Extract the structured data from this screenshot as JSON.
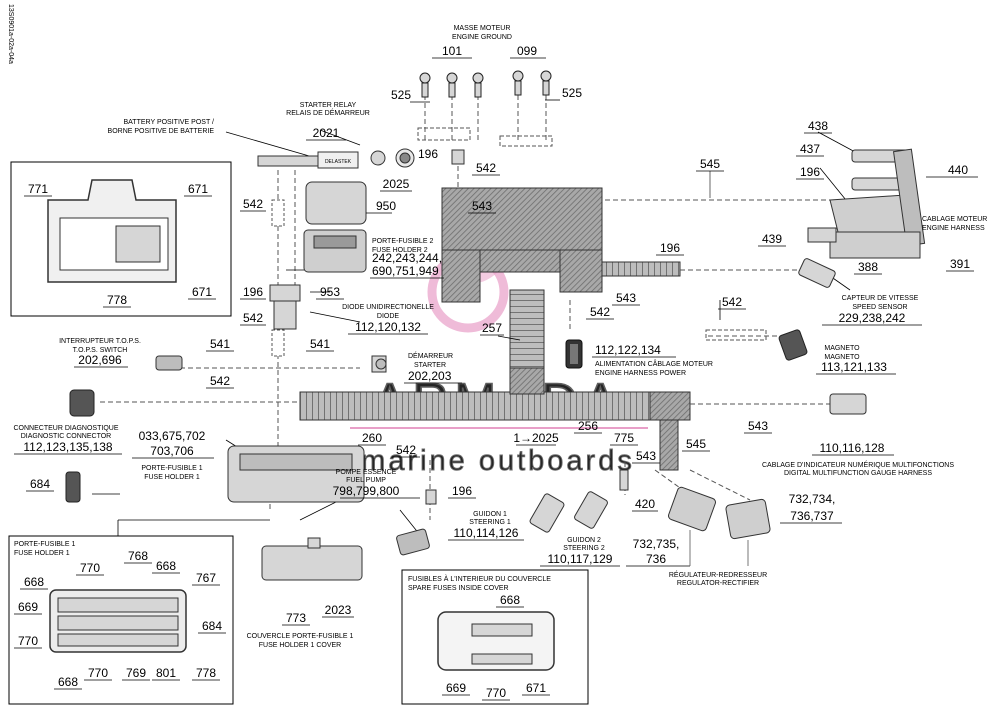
{
  "figure_id": "13S0901a-02a-04a",
  "watermark": {
    "brand": "ARMADA",
    "tagline": "marine outboards",
    "accent_color": "#e58fbf"
  },
  "colors": {
    "line": "#000000",
    "part_fill": "#d6d6d6",
    "harness_fill": "#9a9a9a",
    "label_rule": "#000000"
  },
  "parts": {
    "ground": {
      "caption_fr": "MASSE MOTEUR",
      "caption_en": "ENGINE GROUND",
      "num_a": "101",
      "num_b": "099",
      "num_left": "525",
      "num_right": "525"
    },
    "battery_post": {
      "caption_fr": "BATTERY POSITIVE POST /",
      "caption_en": "BORNE POSITIVE DE BATTERIE"
    },
    "starter_relay": {
      "caption_en": "STARTER RELAY",
      "caption_fr": "RELAIS DE DÉMARREUR",
      "num": "2021",
      "brand": "DELASTEK"
    },
    "n196_top": "196",
    "n542_top": "542",
    "n2025": "2025",
    "n950": "950",
    "n542_left": "542",
    "n543_center": "543",
    "fuse_holder_2": {
      "caption_fr": "PORTE-FUSIBLE 2",
      "caption_en": "FUSE HOLDER 2",
      "nums_1": "242,243,244,",
      "nums_2": "690,751,949"
    },
    "n196_left": "196",
    "n953": "953",
    "diode": {
      "caption_fr": "DIODE UNIDIRECTIONELLE",
      "caption_en": "DIODE",
      "nums": "112,120,132"
    },
    "n542_mid": "542",
    "n257": "257",
    "n542_right": "542",
    "harness_power": {
      "caption_fr": "ALIMENTATION CÂBLAGE MOTEUR",
      "caption_en": "ENGINE HARNESS POWER",
      "nums": "112,122,134"
    },
    "n545_top": "545",
    "n196_right": "196",
    "n543_right": "543",
    "n542_far": "542",
    "ecm": {
      "n438": "438",
      "n437": "437",
      "n196": "196",
      "n440": "440",
      "n439": "439",
      "n388": "388",
      "n391": "391",
      "caption_fr": "CABLAGE MOTEUR",
      "caption_en": "ENGINE HARNESS"
    },
    "speed_sensor": {
      "caption_fr": "CAPTEUR DE VITESSE",
      "caption_en": "SPEED SENSOR",
      "nums": "229,238,242"
    },
    "magneto": {
      "caption_fr": "MAGNETO",
      "caption_en": "MAGNETO",
      "nums": "113,121,133"
    },
    "tops_switch": {
      "caption_fr": "INTERRUPTEUR T.O.P.S.",
      "caption_en": "T.O.P.S. SWITCH",
      "nums": "202,696"
    },
    "n541_a": "541",
    "n541_b": "541",
    "n542_long": "542",
    "starter": {
      "caption_fr": "DÉMARREUR",
      "caption_en": "STARTER",
      "nums": "202,203"
    },
    "diag_connector": {
      "caption_fr": "CONNECTEUR DIAGNOSTIQUE",
      "caption_en": "DIAGNOSTIC CONNECTOR",
      "nums": "112,123,135,138"
    },
    "n260": "260",
    "n1_2025": "1→2025",
    "n256": "256",
    "n775": "775",
    "n545_low": "545",
    "n543_low": "543",
    "n543_far": "543",
    "gauge_harness": {
      "caption_fr": "CABLAGE D'INDICATEUR NUMÉRIQUE MULTIFONCTIONS",
      "caption_en": "DIGITAL MULTIFUNCTION GAUGE HARNESS",
      "nums": "110,116,128"
    },
    "fuse_holder_1": {
      "nums_1": "033,675,702",
      "nums_2": "703,706",
      "caption_fr": "PORTE-FUSIBLE 1",
      "caption_en": "FUSE HOLDER 1"
    },
    "n684_left": "684",
    "n542_fp": "542",
    "fuel_pump": {
      "caption_fr": "POMPE ESSENCE",
      "caption_en": "FUEL PUMP",
      "nums": "798,799,800"
    },
    "n196_fp": "196",
    "n420": "420",
    "steering_1": {
      "caption_fr": "GUIDON 1",
      "caption_en": "STEERING 1",
      "nums": "110,114,126"
    },
    "steering_2": {
      "caption_fr": "GUIDON 2",
      "caption_en": "STEERING 2",
      "nums": "110,117,129"
    },
    "regulator": {
      "nums_a1": "732,735,",
      "nums_a2": "736",
      "nums_b1": "732,734,",
      "nums_b2": "736,737",
      "caption_fr": "RÉGULATEUR-REDRESSEUR",
      "caption_en": "REGULATOR-RECTIFIER"
    },
    "cover": {
      "n773": "773",
      "n2023": "2023",
      "caption_fr": "COUVERCLE PORTE-FUSIBLE 1",
      "caption_en": "FUSE HOLDER 1 COVER"
    }
  },
  "inset_fuse_holder_2": {
    "n771": "771",
    "n671_top": "671",
    "n671_bottom": "671",
    "n778": "778"
  },
  "inset_fuse_holder_1": {
    "caption_fr": "PORTE-FUSIBLE 1",
    "caption_en": "FUSE HOLDER 1",
    "n768": "768",
    "n770_top": "770",
    "n668_top": "668",
    "n767": "767",
    "n668_left": "668",
    "n669": "669",
    "n684": "684",
    "n770_left": "770",
    "n668_bottom": "668",
    "n770_bottom": "770",
    "n769": "769",
    "n801": "801",
    "n778": "778"
  },
  "inset_spare_fuses": {
    "caption_fr": "FUSIBLES À L'INTERIEUR DU COUVERCLE",
    "caption_en": "SPARE FUSES INSIDE COVER",
    "n668": "668",
    "n669": "669",
    "n770": "770",
    "n671": "671"
  }
}
